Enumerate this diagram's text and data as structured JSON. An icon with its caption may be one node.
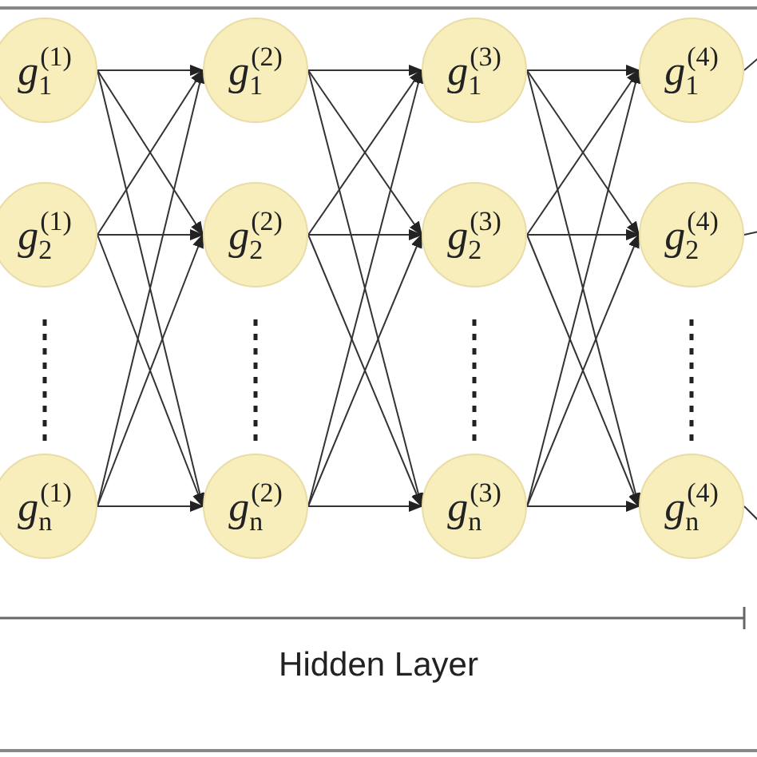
{
  "diagram": {
    "nodes": [
      {
        "text": [
          "*g*$_{1}$$^{(1)}$"
        ]
      },
      {
        "text": [
          "*g*$_{2}$$^{(1)}$"
        ]
      },
      {
        "text": [
          "*g*$_{n}$$^{(1)}$"
        ]
      },
      {
        "text": [
          "*g*$_{1}$$^{(2)}$"
        ]
      },
      {
        "text": [
          "*g*$_{2}$$^{(2)}$"
        ]
      },
      {
        "text": [
          "*g*$_{n}$$^{(2)}$"
        ]
      },
      {
        "text": [
          "*g*$_{1}$$^{(3)}$"
        ]
      },
      {
        "text": [
          "*g*$_{2}$$^{(3)}$"
        ]
      },
      {
        "text": [
          "*g*$_{n}$$^{(3)}$"
        ]
      },
      {
        "text": [
          "*g*$_{1}$$^{(4)}$"
        ]
      },
      {
        "text": [
          "*g*$_{2}$$^{(4)}$"
        ]
      },
      {
        "text": [
          "*g*$_{n}$$^{(4)}$"
        ]
      }
    ],
    "edges": [
      {
        "from": 0,
        "to": 3,
        "arrow": "to"
      },
      {
        "from": 0,
        "to": 4,
        "arrow": "to"
      },
      {
        "from": 0,
        "to": 5,
        "arrow": "to"
      },
      {
        "from": 1,
        "to": 3,
        "arrow": "to"
      },
      {
        "from": 1,
        "to": 4,
        "arrow": "to"
      },
      {
        "from": 1,
        "to": 5,
        "arrow": "to"
      },
      {
        "from": 2,
        "to": 3,
        "arrow": "to"
      },
      {
        "from": 2,
        "to": 4,
        "arrow": "to"
      },
      {
        "from": 2,
        "to": 5,
        "arrow": "to"
      },
      {
        "from": 3,
        "to": 6,
        "arrow": "to"
      },
      {
        "from": 3,
        "to": 7,
        "arrow": "to"
      },
      {
        "from": 3,
        "to": 8,
        "arrow": "to"
      },
      {
        "from": 4,
        "to": 6,
        "arrow": "to"
      },
      {
        "from": 4,
        "to": 7,
        "arrow": "to"
      },
      {
        "from": 4,
        "to": 8,
        "arrow": "to"
      },
      {
        "from": 5,
        "to": 6,
        "arrow": "to"
      },
      {
        "from": 5,
        "to": 7,
        "arrow": "to"
      },
      {
        "from": 5,
        "to": 8,
        "arrow": "to"
      },
      {
        "from": 6,
        "to": 9,
        "arrow": "to"
      },
      {
        "from": 6,
        "to": 10,
        "arrow": "to"
      },
      {
        "from": 6,
        "to": 11,
        "arrow": "to"
      },
      {
        "from": 7,
        "to": 9,
        "arrow": "to"
      },
      {
        "from": 7,
        "to": 10,
        "arrow": "to"
      },
      {
        "from": 7,
        "to": 11,
        "arrow": "to"
      },
      {
        "from": 8,
        "to": 9,
        "arrow": "to"
      },
      {
        "from": 8,
        "to": 10,
        "arrow": "to"
      },
      {
        "from": 8,
        "to": 11,
        "arrow": "to"
      },
      {
        "from": 9,
        "to": null,
        "arrow": "none"
      },
      {
        "from": 10,
        "to": null,
        "arrow": "none"
      },
      {
        "from": 11,
        "to": null,
        "arrow": "none"
      }
    ],
    "labels": [
      "Hidden Layer"
    ]
  }
}
